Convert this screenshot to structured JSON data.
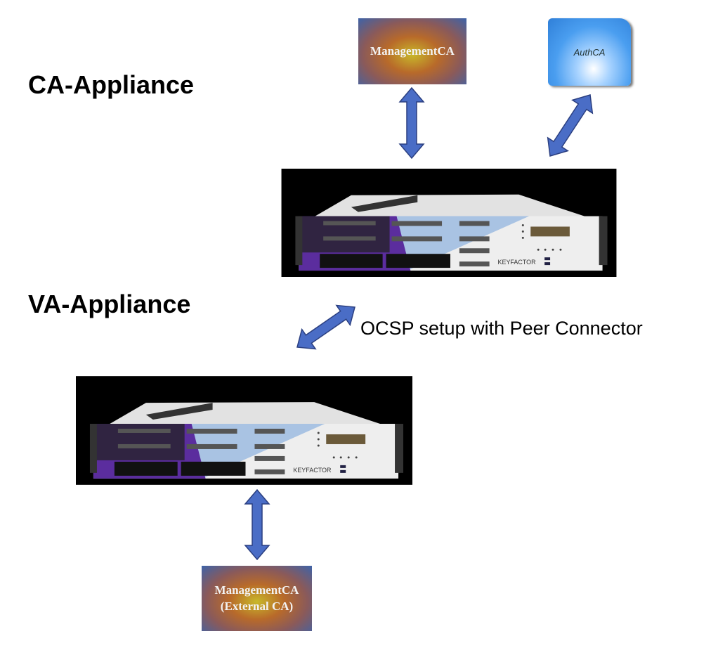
{
  "headings": {
    "ca_appliance": "CA-Appliance",
    "va_appliance": "VA-Appliance"
  },
  "boxes": {
    "management_ca": "ManagementCA",
    "auth_ca": "AuthCA",
    "external_ca_line1": "ManagementCA",
    "external_ca_line2": "(External CA)"
  },
  "connection_label": "OCSP setup with Peer Connector",
  "appliance_brand": "KEYFACTOR",
  "colors": {
    "arrow": "#4a6dc6",
    "arrow_outline": "#2b3f80",
    "appliance_accent": "#5b2d9e",
    "appliance_stripe": "#a9c3e3"
  }
}
